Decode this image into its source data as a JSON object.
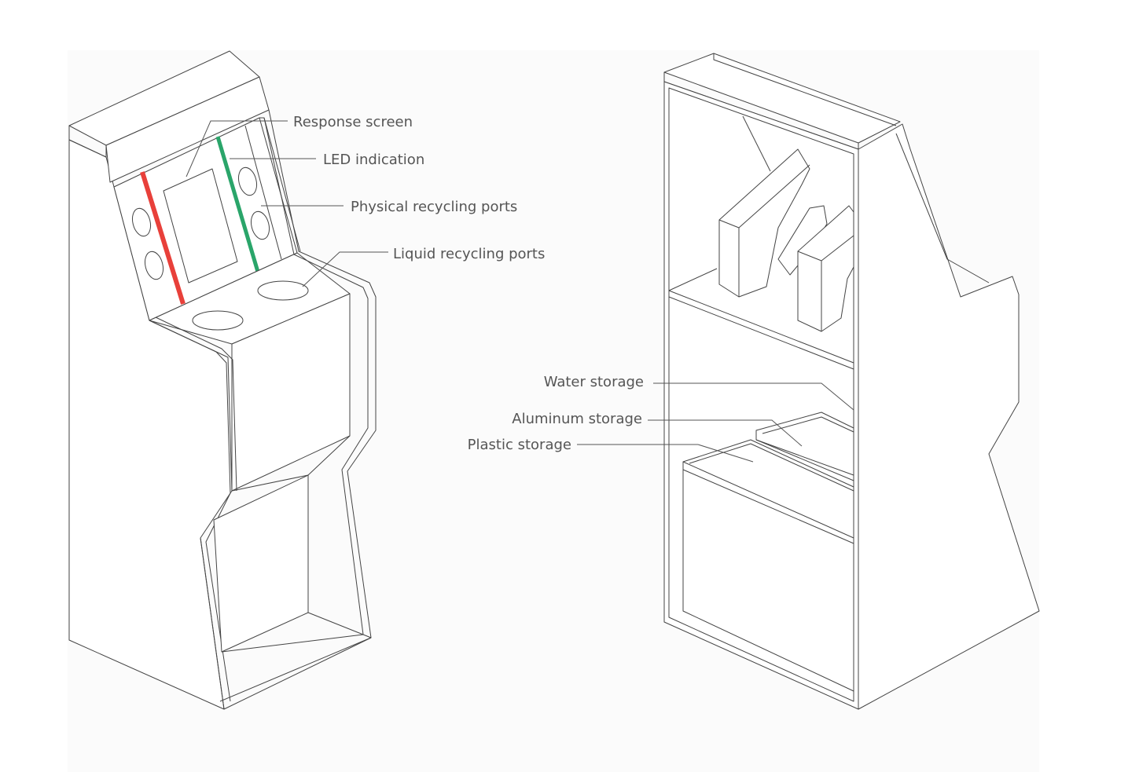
{
  "labels": {
    "response_screen": "Response screen",
    "led_indication": "LED indication",
    "physical_ports": "Physical recycling ports",
    "liquid_ports": "Liquid recycling ports",
    "water_storage": "Water storage",
    "aluminum_storage": "Aluminum storage",
    "plastic_storage": "Plastic storage"
  },
  "colors": {
    "led_red": "#e8403a",
    "led_green": "#2aa56a",
    "line": "#444444",
    "label_text": "#555555"
  }
}
